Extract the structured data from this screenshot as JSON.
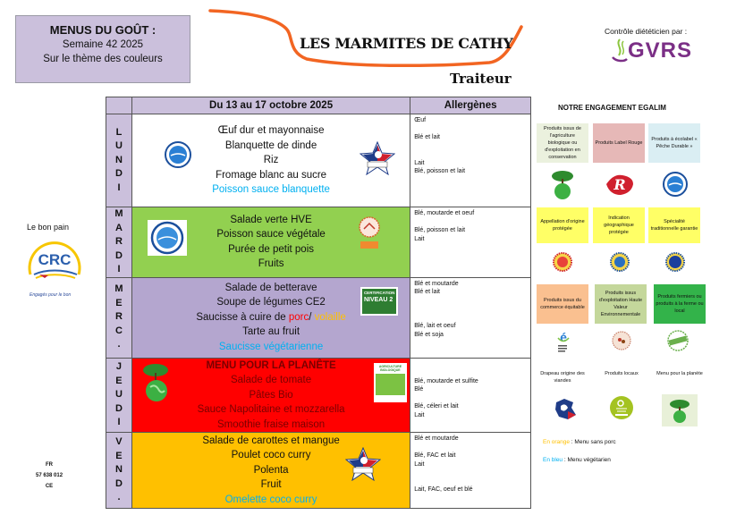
{
  "header_box": {
    "title": "MENUS DU GOÛT :",
    "week": "Semaine 42 2025",
    "theme": "Sur le thème des couleurs"
  },
  "brand": {
    "name": "LES MARMITES DE CATHY",
    "subtitle": "Traiteur",
    "accent_color": "#f26522"
  },
  "dietitian": {
    "label": "Contrôle diététicien par :",
    "logo_text": "GVRS"
  },
  "bread": {
    "label": "Le bon pain",
    "logo_text": "CRC",
    "tagline": "Engagés pour le bon"
  },
  "fr_code": [
    "FR",
    "57 638 012",
    "CE"
  ],
  "table": {
    "date_header": "Du 13 au 17 octobre 2025",
    "allergen_header": "Allergènes",
    "days": [
      {
        "letters": [
          "L",
          "U",
          "N",
          "D",
          "I"
        ],
        "bg": "#ffffff",
        "dishes": [
          "Œuf dur et mayonnaise",
          "Blanquette de dinde",
          "Riz",
          "Fromage blanc au sucre"
        ],
        "vegetarian": "Poisson sauce blanquette",
        "allergens": [
          "Œuf",
          "",
          "Blé et lait",
          "",
          "",
          "Lait",
          "Blé, poisson et lait"
        ],
        "logos": [
          "peche-durable-icon",
          "volaille-francaise-icon"
        ]
      },
      {
        "letters": [
          "M",
          "A",
          "R",
          "D",
          "I"
        ],
        "bg": "#92d050",
        "dishes": [
          "Salade verte HVE",
          "Poisson sauce végétale",
          "Purée de petit pois",
          "Fruits"
        ],
        "allergens": [
          "Blé, moutarde et oeuf",
          "",
          "Blé, poisson et lait",
          "Lait"
        ],
        "logos": [
          "peche-durable-icon",
          "produits-locaux-stamp-icon"
        ]
      },
      {
        "letters": [
          "M",
          "E",
          "R",
          "C",
          "."
        ],
        "bg": "#b4a6cf",
        "dishes": [
          "Salade de betterave",
          "Soupe de légumes CE2"
        ],
        "sausage": {
          "prefix": "Saucisse à cuire de ",
          "porc": "porc",
          "sep": "/ ",
          "volaille": "volaille"
        },
        "dessert": "Tarte au fruit",
        "vegetarian": "Saucisse végétarienne",
        "allergens": [
          "Blé et moutarde",
          "Blé et lait",
          "",
          "",
          "",
          "Blé, lait et oeuf",
          "Blé et soja"
        ],
        "logos": [
          "certification-niveau-2-icon"
        ],
        "cert_text": [
          "CERTIFICATION",
          "NIVEAU 2"
        ]
      },
      {
        "letters": [
          "J",
          "E",
          "U",
          "D",
          "I"
        ],
        "bg": "#ff0000",
        "headline": "MENU POUR LA PLANÊTE",
        "dishes": [
          "Salade de tomate",
          "Pâtes Bio",
          "Sauce Napolitaine et mozzarella",
          "Smoothie fraise maison"
        ],
        "allergens": [
          "",
          "",
          "Blé, moutarde et sulfite",
          "Blé",
          "",
          "Blé, céleri et lait",
          "Lait"
        ],
        "logos": [
          "planet-tree-icon",
          "agriculture-biologique-icon"
        ],
        "bio_text": "AGRICULTURE BIOLOGIQUE"
      },
      {
        "letters": [
          "V",
          "E",
          "N",
          "D",
          "."
        ],
        "bg": "#ffc000",
        "dishes": [
          "Salade de carottes et mangue",
          "Poulet coco curry",
          "Polenta",
          "Fruit"
        ],
        "vegetarian": "Omelette coco curry",
        "allergens": [
          "Blé et moutarde",
          "",
          "Blé, FAC et lait",
          "Lait",
          "",
          "",
          "Lait, FAC, oeuf et blé"
        ],
        "logos": [
          "volaille-francaise-icon"
        ]
      }
    ]
  },
  "egalim": {
    "title": "NOTRE ENGAGEMENT EGALIM",
    "boxes": [
      {
        "text": "Produits issus de l'agriculture biologique ou d'exploitation en conservation",
        "color": "#ebf1de"
      },
      {
        "text": "Produits Label Rouge",
        "color": "#e6b8b7"
      },
      {
        "text": "Produits à écolabel « Pêche Durable »",
        "color": "#daeef3"
      },
      {
        "text": "Appellation d'origine protégée",
        "color": "#ffff66"
      },
      {
        "text": "Indication géographique protégée",
        "color": "#ffff66"
      },
      {
        "text": "Spécialité traditionnelle garantie",
        "color": "#ffff66"
      },
      {
        "text": "Produits issus du commerce équitable",
        "color": "#fac090"
      },
      {
        "text": "Produits issus d'exploitation Haute Valeur Environnementale",
        "color": "#c4d79b"
      },
      {
        "text": "Produits fermiers ou produits à la ferme ou local",
        "color": "#33b34a"
      }
    ],
    "labels": [
      "Drapeau origine des viandes",
      "Produits locaux",
      "Menu pour la planète"
    ]
  },
  "legend": {
    "orange_prefix": "En orange",
    "orange_text": " : Menu sans porc",
    "orange_color": "#ffc000",
    "blue_prefix": "En bleu",
    "blue_text": " : Menu végétarien",
    "blue_color": "#00b0f0"
  }
}
